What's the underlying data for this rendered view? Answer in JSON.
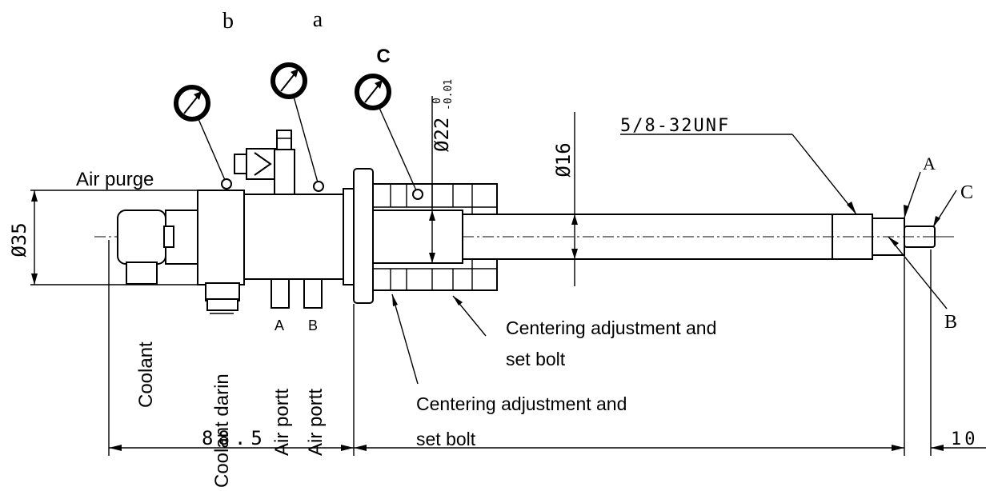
{
  "labels": {
    "gauge_b": "b",
    "gauge_a": "a",
    "gauge_c": "C",
    "air_purge": "Air purge",
    "dia_35": "Ø35",
    "dia_22": "Ø22-0-0.01",
    "dia_22_main": "Ø22",
    "dia_22_tol_upper": "0",
    "dia_22_tol_lower": "-0.01",
    "dia_16": "Ø16",
    "thread": "5/8-32UNF",
    "point_A": "A",
    "point_B": "B",
    "point_C": "C",
    "port_A": "A",
    "port_B": "B",
    "coolant": "Coolant",
    "coolant_drain": "Coolant darin",
    "air_port_1": "Air portt",
    "air_port_2": "Air portt",
    "centering_1_line1": "Centering adjustment and",
    "centering_1_line2": "set bolt",
    "centering_2_line1": "Centering adjustment and",
    "centering_2_line2": "set bolt",
    "dim_88_5": "88.5",
    "dim_10": "10"
  }
}
